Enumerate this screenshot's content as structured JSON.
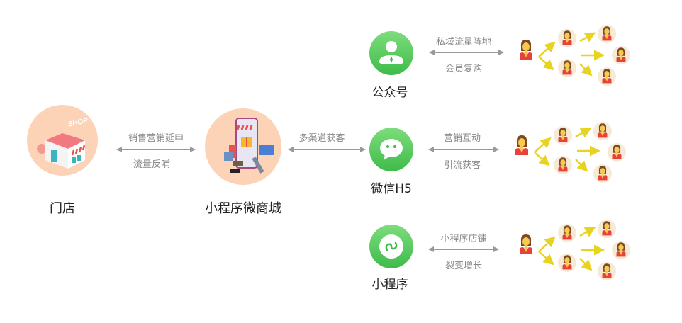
{
  "nodes": {
    "store": {
      "label": "门店",
      "icon": "shop-icon",
      "sign": "SHOP"
    },
    "mall": {
      "label": "小程序微商城",
      "icon": "mobile-shopping-icon"
    }
  },
  "edges": {
    "store_mall": {
      "top": "销售营销延申",
      "bottom": "流量反哺"
    },
    "mall_channels": {
      "top": "多渠道获客"
    }
  },
  "channels": [
    {
      "label": "公众号",
      "icon": "official-account-icon",
      "edge_top": "私域流量阵地",
      "edge_bottom": "会员复购"
    },
    {
      "label": "微信H5",
      "icon": "wechat-chat-icon",
      "edge_top": "营销互动",
      "edge_bottom": "引流获客"
    },
    {
      "label": "小程序",
      "icon": "mini-program-icon",
      "edge_top": "小程序店铺",
      "edge_bottom": "裂变增长"
    }
  ],
  "colors": {
    "peach": "#fdd3b8",
    "green_top": "#7ddd7c",
    "green_bottom": "#3fbb4a",
    "arrow_gray": "#999999",
    "fission_arrow": "#e8d320",
    "person_shirt": "#e8413c",
    "person_bg": "#f6ead6"
  }
}
